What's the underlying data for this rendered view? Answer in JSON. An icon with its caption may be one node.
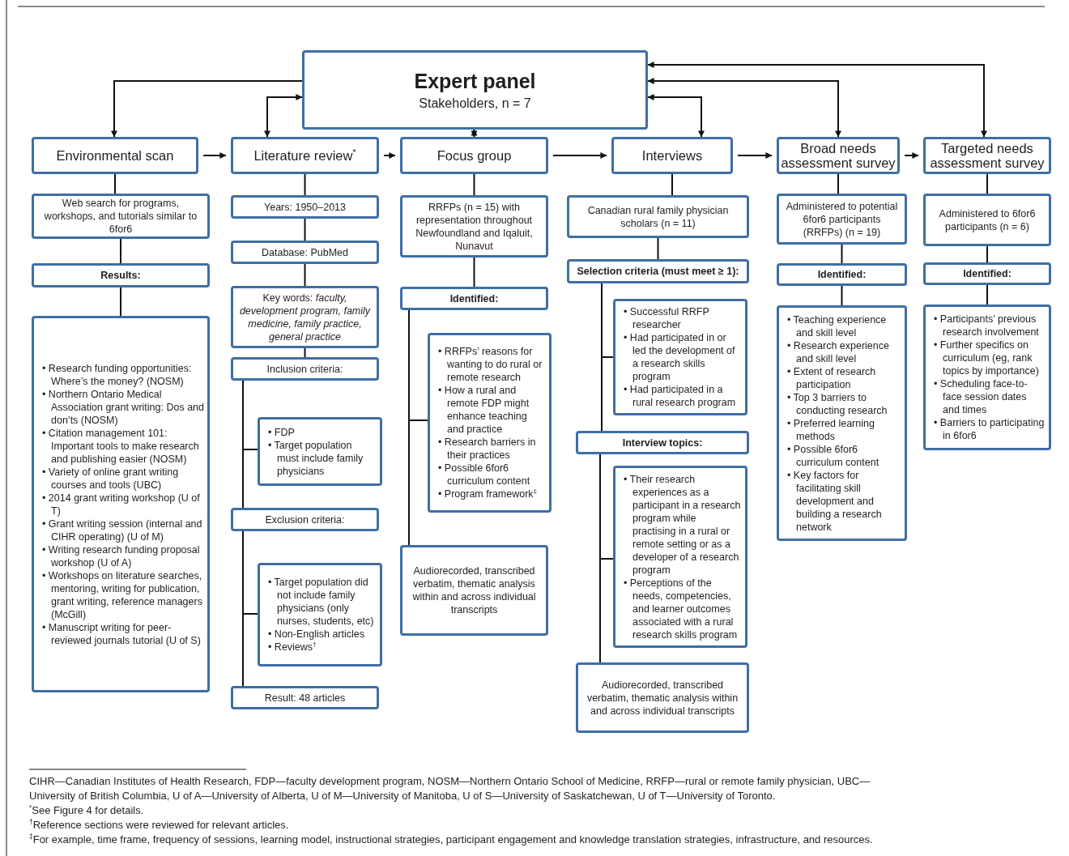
{
  "diagram": {
    "nodes": [
      {
        "text": [
          "Expert panel",
          "Stakeholders, n = 7"
        ]
      },
      {
        "text": [
          "Environmental scan"
        ]
      },
      {
        "text": [
          "Literature review$^{*}$"
        ]
      },
      {
        "text": [
          "Focus group"
        ]
      },
      {
        "text": [
          "Interviews"
        ]
      },
      {
        "text": [
          "Broad needs assessment survey"
        ]
      },
      {
        "text": [
          "Targeted needs assessment survey"
        ]
      },
      {
        "text": [
          "Web search for programs, workshops, and tutorials similar to 6for6"
        ]
      },
      {
        "text": [
          "Results:"
        ]
      },
      {
        "text": [
          "• Research funding opportunities: Where’s the money? (NOSM)",
          "• Northern Ontario Medical Association grant writing: Dos and don’ts (NOSM)",
          "• Citation management 101: Important tools to make research and publishing easier (NOSM)",
          "• Variety of online grant writing courses and tools (UBC)",
          "• 2014 grant writing workshop (U of T)",
          "• Grant writing session (internal and CIHR operating) (U of M)",
          "• Writing research funding proposal workshop (U of A)",
          "• Workshops on literature searches, mentoring, writing for publication, grant writing, reference managers (McGill)",
          "• Manuscript writing for peer-reviewed journals tutorial (U of S)"
        ]
      },
      {
        "text": [
          "Years: 1950–2013"
        ]
      },
      {
        "text": [
          "Database: PubMed"
        ]
      },
      {
        "text": [
          "Key words: *faculty, development program, family medicine, family practice, general practice*"
        ]
      },
      {
        "text": [
          "Inclusion criteria:"
        ]
      },
      {
        "text": [
          "• FDP",
          "• Target population must include family physicians"
        ]
      },
      {
        "text": [
          "Exclusion criteria:"
        ]
      },
      {
        "text": [
          "• Target population did not include family physicians (only nurses, students, etc)",
          "• Non-English articles",
          "• Reviews$^{†}$"
        ]
      },
      {
        "text": [
          "Result: 48 articles"
        ]
      },
      {
        "text": [
          "RRFPs (n = 15) with representation throughout Newfoundland and Iqaluit, Nunavut"
        ]
      },
      {
        "text": [
          "Identified:"
        ]
      },
      {
        "text": [
          "• RRFPs’ reasons for wanting to do rural or remote research",
          "• How a rural and remote FDP might enhance teaching and practice",
          "• Research barriers in their practices",
          "• Possible 6for6 curriculum content",
          "• Program framework$^{‡}$"
        ]
      },
      {
        "text": [
          "Audiorecorded, transcribed verbatim, thematic analysis within and across individual transcripts"
        ]
      },
      {
        "text": [
          "Canadian rural family physician scholars (n = 11)"
        ]
      },
      {
        "text": [
          "Selection criteria (must meet ≥ 1):"
        ]
      },
      {
        "text": [
          "• Successful RRFP researcher",
          "• Had participated in or led the development of a research skills program",
          "• Had participated in a rural research program"
        ]
      },
      {
        "text": [
          "Interview topics:"
        ]
      },
      {
        "text": [
          "• Their research experiences as a participant in a research program while practising in a rural or remote setting or as a developer of a research program",
          "• Perceptions of the needs, competencies, and learner outcomes associated with a rural research skills program"
        ]
      },
      {
        "text": [
          "Audiorecorded, transcribed verbatim, thematic analysis within and across individual transcripts"
        ]
      },
      {
        "text": [
          "Administered to potential 6for6 participants (RRFPs) (n = 19)"
        ]
      },
      {
        "text": [
          "Identified:"
        ]
      },
      {
        "text": [
          "• Teaching experience and skill level",
          "• Research experience and skill level",
          "• Extent of research participation",
          "• Top 3 barriers to conducting research",
          "• Preferred learning methods",
          "• Possible 6for6 curriculum content",
          "• Key factors for facilitating skill development and building a research network"
        ]
      },
      {
        "text": [
          "Administered to 6for6 participants (n = 6)"
        ]
      },
      {
        "text": [
          "Identified:"
        ]
      },
      {
        "text": [
          "• Participants’ previous research involvement",
          "• Further specifics on curriculum (eg, rank topics by importance)",
          "• Scheduling face-to-face session dates and times",
          "• Barriers to participating in 6for6"
        ]
      }
    ],
    "edges": [
      {
        "from": 0,
        "to": 1,
        "arrow": "to"
      },
      {
        "from": 0,
        "to": 2,
        "arrow": "both"
      },
      {
        "from": 0,
        "to": 3,
        "arrow": "both"
      },
      {
        "from": 0,
        "to": 4,
        "arrow": "both"
      },
      {
        "from": 0,
        "to": 5,
        "arrow": "both"
      },
      {
        "from": 0,
        "to": 6,
        "arrow": "both"
      },
      {
        "from": 1,
        "to": 2,
        "arrow": "to"
      },
      {
        "from": 2,
        "to": 3,
        "arrow": "to"
      },
      {
        "from": 3,
        "to": 4,
        "arrow": "to"
      },
      {
        "from": 4,
        "to": 5,
        "arrow": "to"
      },
      {
        "from": 5,
        "to": 6,
        "arrow": "to"
      },
      {
        "from": 1,
        "to": 7,
        "arrow": "none"
      },
      {
        "from": 7,
        "to": 8,
        "arrow": "none"
      },
      {
        "from": 8,
        "to": 9,
        "arrow": "none"
      },
      {
        "from": 2,
        "to": 10,
        "arrow": "none"
      },
      {
        "from": 10,
        "to": 11,
        "arrow": "none"
      },
      {
        "from": 11,
        "to": 12,
        "arrow": "none"
      },
      {
        "from": 12,
        "to": 13,
        "arrow": "none"
      },
      {
        "from": 13,
        "to": 14,
        "arrow": "none"
      },
      {
        "from": 13,
        "to": 15,
        "arrow": "none"
      },
      {
        "from": 15,
        "to": 16,
        "arrow": "none"
      },
      {
        "from": 15,
        "to": 17,
        "arrow": "none"
      },
      {
        "from": 3,
        "to": 18,
        "arrow": "none"
      },
      {
        "from": 18,
        "to": 19,
        "arrow": "none"
      },
      {
        "from": 19,
        "to": 20,
        "arrow": "none"
      },
      {
        "from": 19,
        "to": 21,
        "arrow": "none"
      },
      {
        "from": 4,
        "to": 22,
        "arrow": "none"
      },
      {
        "from": 22,
        "to": 23,
        "arrow": "none"
      },
      {
        "from": 23,
        "to": 24,
        "arrow": "none"
      },
      {
        "from": 23,
        "to": 25,
        "arrow": "none"
      },
      {
        "from": 25,
        "to": 26,
        "arrow": "none"
      },
      {
        "from": 25,
        "to": 27,
        "arrow": "none"
      },
      {
        "from": 5,
        "to": 28,
        "arrow": "none"
      },
      {
        "from": 28,
        "to": 29,
        "arrow": "none"
      },
      {
        "from": 29,
        "to": 30,
        "arrow": "none"
      },
      {
        "from": 6,
        "to": 31,
        "arrow": "none"
      },
      {
        "from": 31,
        "to": 32,
        "arrow": "none"
      },
      {
        "from": 32,
        "to": 33,
        "arrow": "none"
      }
    ],
    "labels": [
      "CIHR—Canadian Institutes of Health Research, FDP—faculty development program, NOSM—Northern Ontario School of Medicine, RRFP—rural or remote family physician, UBC—University of British Columbia, U of A—University of Alberta, U of M—University of Manitoba, U of S—University of Saskatchewan, U of T—University of Toronto.",
      "$^{*}$See Figure 4 for details.",
      "$^{†}$Reference sections were reviewed for relevant articles.",
      "$^{‡}$For example, time frame, frequency of sessions, learning model, instructional strategies, participant engagement and knowledge translation strategies, infrastructure, and resources."
    ]
  }
}
